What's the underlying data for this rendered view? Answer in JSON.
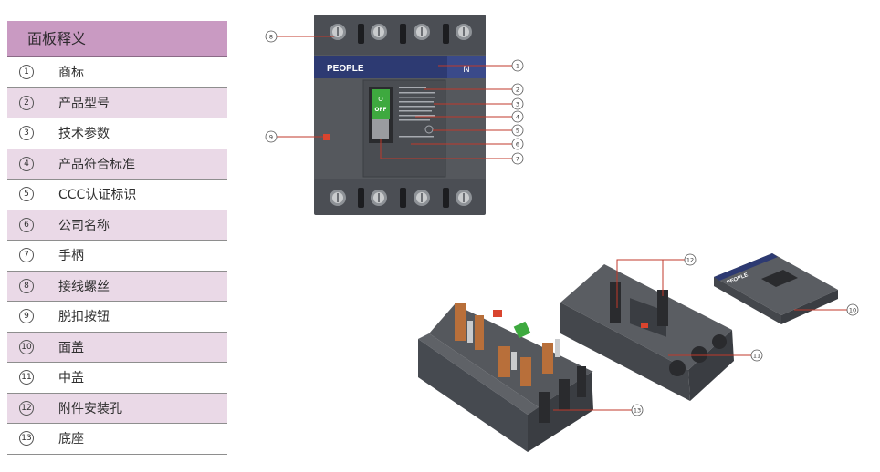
{
  "legend": {
    "title": "面板释义",
    "items": [
      {
        "num": "1",
        "label": "商标"
      },
      {
        "num": "2",
        "label": "产品型号"
      },
      {
        "num": "3",
        "label": "技术参数"
      },
      {
        "num": "4",
        "label": "产品符合标准"
      },
      {
        "num": "5",
        "label": "CCC认证标识"
      },
      {
        "num": "6",
        "label": "公司名称"
      },
      {
        "num": "7",
        "label": "手柄"
      },
      {
        "num": "8",
        "label": "接线螺丝"
      },
      {
        "num": "9",
        "label": "脱扣按钮"
      },
      {
        "num": "10",
        "label": "面盖"
      },
      {
        "num": "11",
        "label": "中盖"
      },
      {
        "num": "12",
        "label": "附件安装孔"
      },
      {
        "num": "13",
        "label": "底座"
      }
    ]
  },
  "breaker": {
    "brand": "PEOPLE",
    "neutral_label": "N",
    "handle_on": "O",
    "handle_off": "OFF"
  },
  "cover": {
    "brand": "PEOPLE"
  },
  "colors": {
    "header_bg": "#c99ac2",
    "row_shade": "#ead9e7",
    "callout_line": "#c0392b",
    "body_dark": "#4a4d52",
    "brand_strip": "#2d3a72",
    "handle_green": "#3ea93f"
  }
}
